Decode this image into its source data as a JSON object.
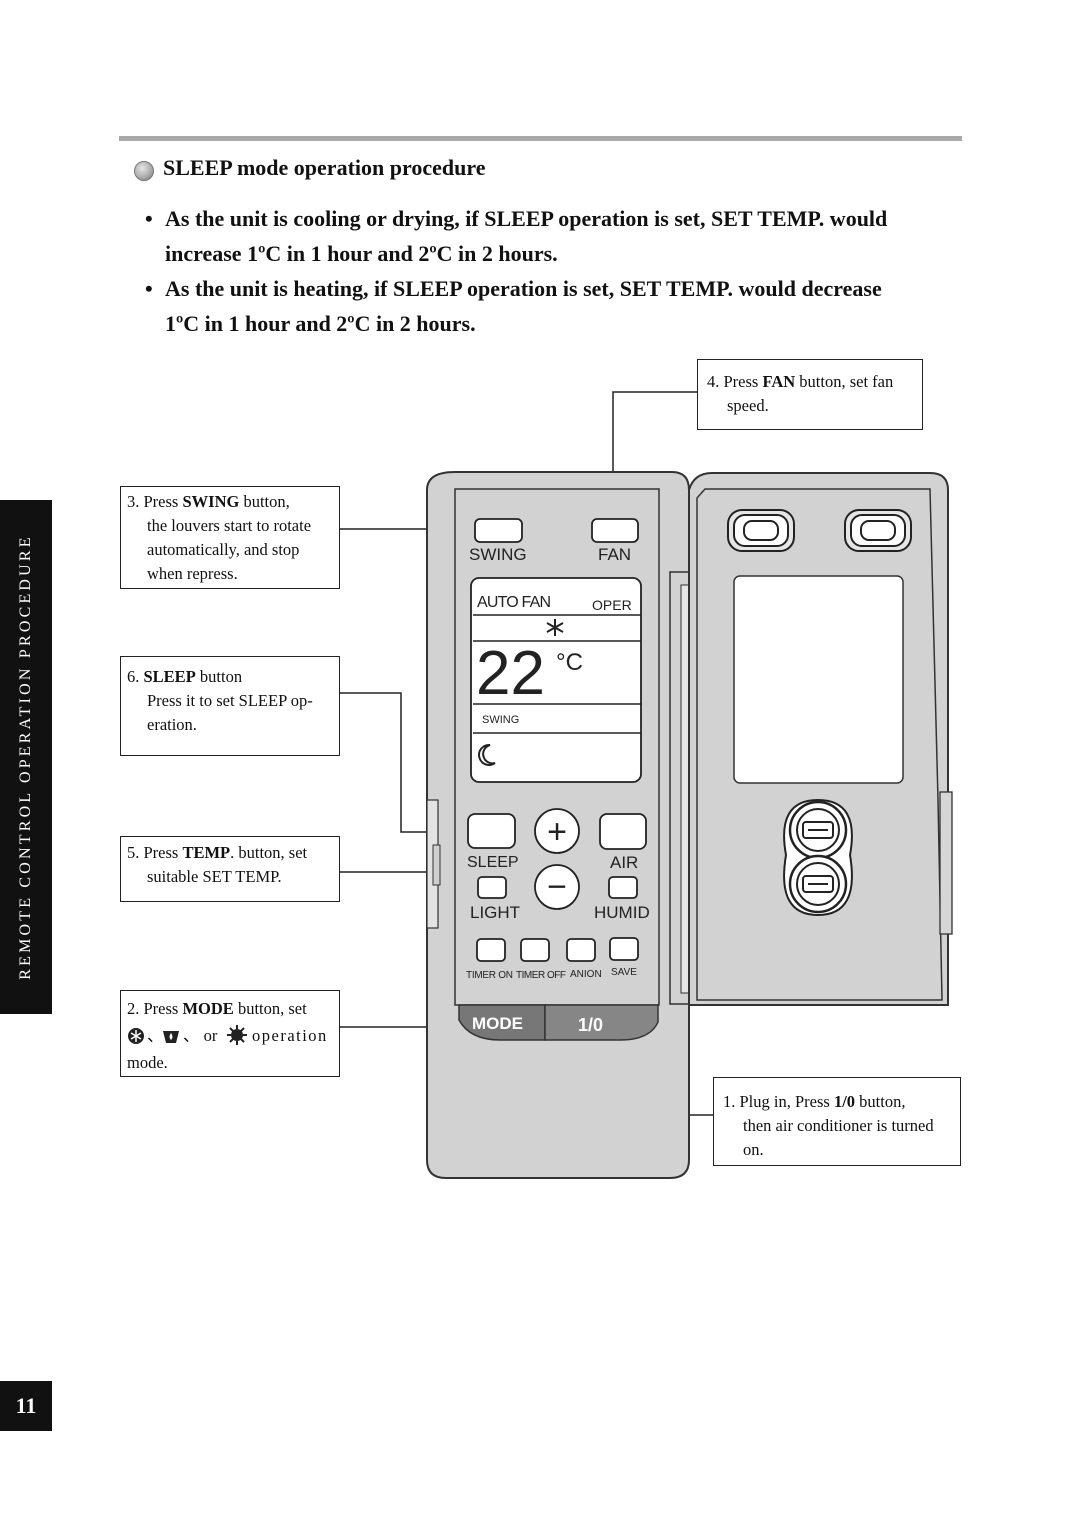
{
  "section": {
    "heading": "SLEEP mode operation procedure",
    "bullets": [
      {
        "line1": "As the unit is cooling or drying, if SLEEP operation is set, SET TEMP. would",
        "line2": "increase 1ºC in 1 hour and 2ºC in 2 hours."
      },
      {
        "line1": "As the unit is heating, if SLEEP operation is set, SET TEMP. would decrease",
        "line2": "1ºC in 1 hour and 2ºC in 2 hours."
      }
    ]
  },
  "callouts": {
    "fan": {
      "num": "4. Press ",
      "key": "FAN",
      "rest": " button, set fan",
      "line2": "speed."
    },
    "swing": {
      "num": "3. Press ",
      "key": "SWING",
      "rest": " button,",
      "line2": "the louvers start to rotate",
      "line3": "automatically, and stop",
      "line4": "when repress."
    },
    "sleep": {
      "num": "6. ",
      "key": "SLEEP",
      "rest": " button",
      "line2": "Press it to set SLEEP op-",
      "line3": "eration."
    },
    "temp": {
      "num": "5. Press ",
      "key": "TEMP",
      "rest": ". button, set",
      "line2": "suitable  SET  TEMP."
    },
    "mode": {
      "num": "2. Press ",
      "key": "MODE",
      "rest": " button, set",
      "line2": "operation",
      "line3": "mode.",
      "sep1": "、",
      "sep2": "、 or"
    },
    "power": {
      "num": "1. Plug in, Press ",
      "key": "1/0",
      "rest": " button,",
      "line2": "then air conditioner is turned",
      "line3": "on."
    }
  },
  "remote": {
    "swing": "SWING",
    "fan": "FAN",
    "auto_fan": "AUTO FAN",
    "oper": "OPER",
    "temp_value": "22",
    "temp_unit": "°C",
    "lcd_swing": "SWING",
    "sleep": "SLEEP",
    "air": "AIR",
    "light": "LIGHT",
    "humid": "HUMID",
    "timer_on": "TIMER ON",
    "timer_off": "TIMER OFF",
    "anion": "ANION",
    "save": "SAVE",
    "mode": "MODE",
    "power": "1/0",
    "plus": "+",
    "minus": "−"
  },
  "sidebar": {
    "label": "REMOTE  CONTROL  OPERATION  PROCEDURE"
  },
  "page_number": "11"
}
